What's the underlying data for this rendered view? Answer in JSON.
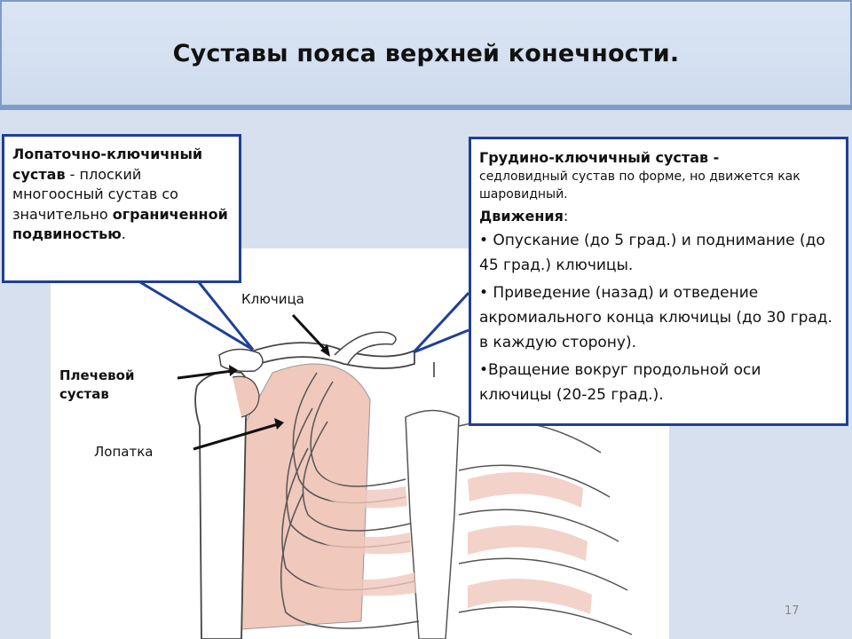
{
  "slide": {
    "title": "Суставы пояса верхней конечности.",
    "page_number": "17"
  },
  "callout_left": {
    "bold1": "Лопаточно-ключичный сустав",
    "text1": " - плоский многоосный сустав со значительно ",
    "bold2": "ограниченной подвиностью",
    "text2": "."
  },
  "callout_right": {
    "heading": "Грудино-ключичный сустав -",
    "subtitle": "седловидный сустав по форме, но движется как шаровидный.",
    "movements_label": "Движения",
    "movements_colon": ":",
    "items": [
      "• Опускание (до 5 град.) и поднимание (до 45 град.) ключицы.",
      "• Приведение (назад) и отведение акромиального конца ключицы (до 30 град. в каждую сторону).",
      "•Вращение вокруг продольной оси ключицы (20-25 град.)."
    ]
  },
  "labels": {
    "clavicle": "Ключица",
    "shoulder_joint": "Плечевой сустав",
    "scapula": "Лопатка"
  },
  "colors": {
    "callout_border": "#1f3f96",
    "bone_fill": "#f0c8bc",
    "background": "#d6e0ee"
  }
}
